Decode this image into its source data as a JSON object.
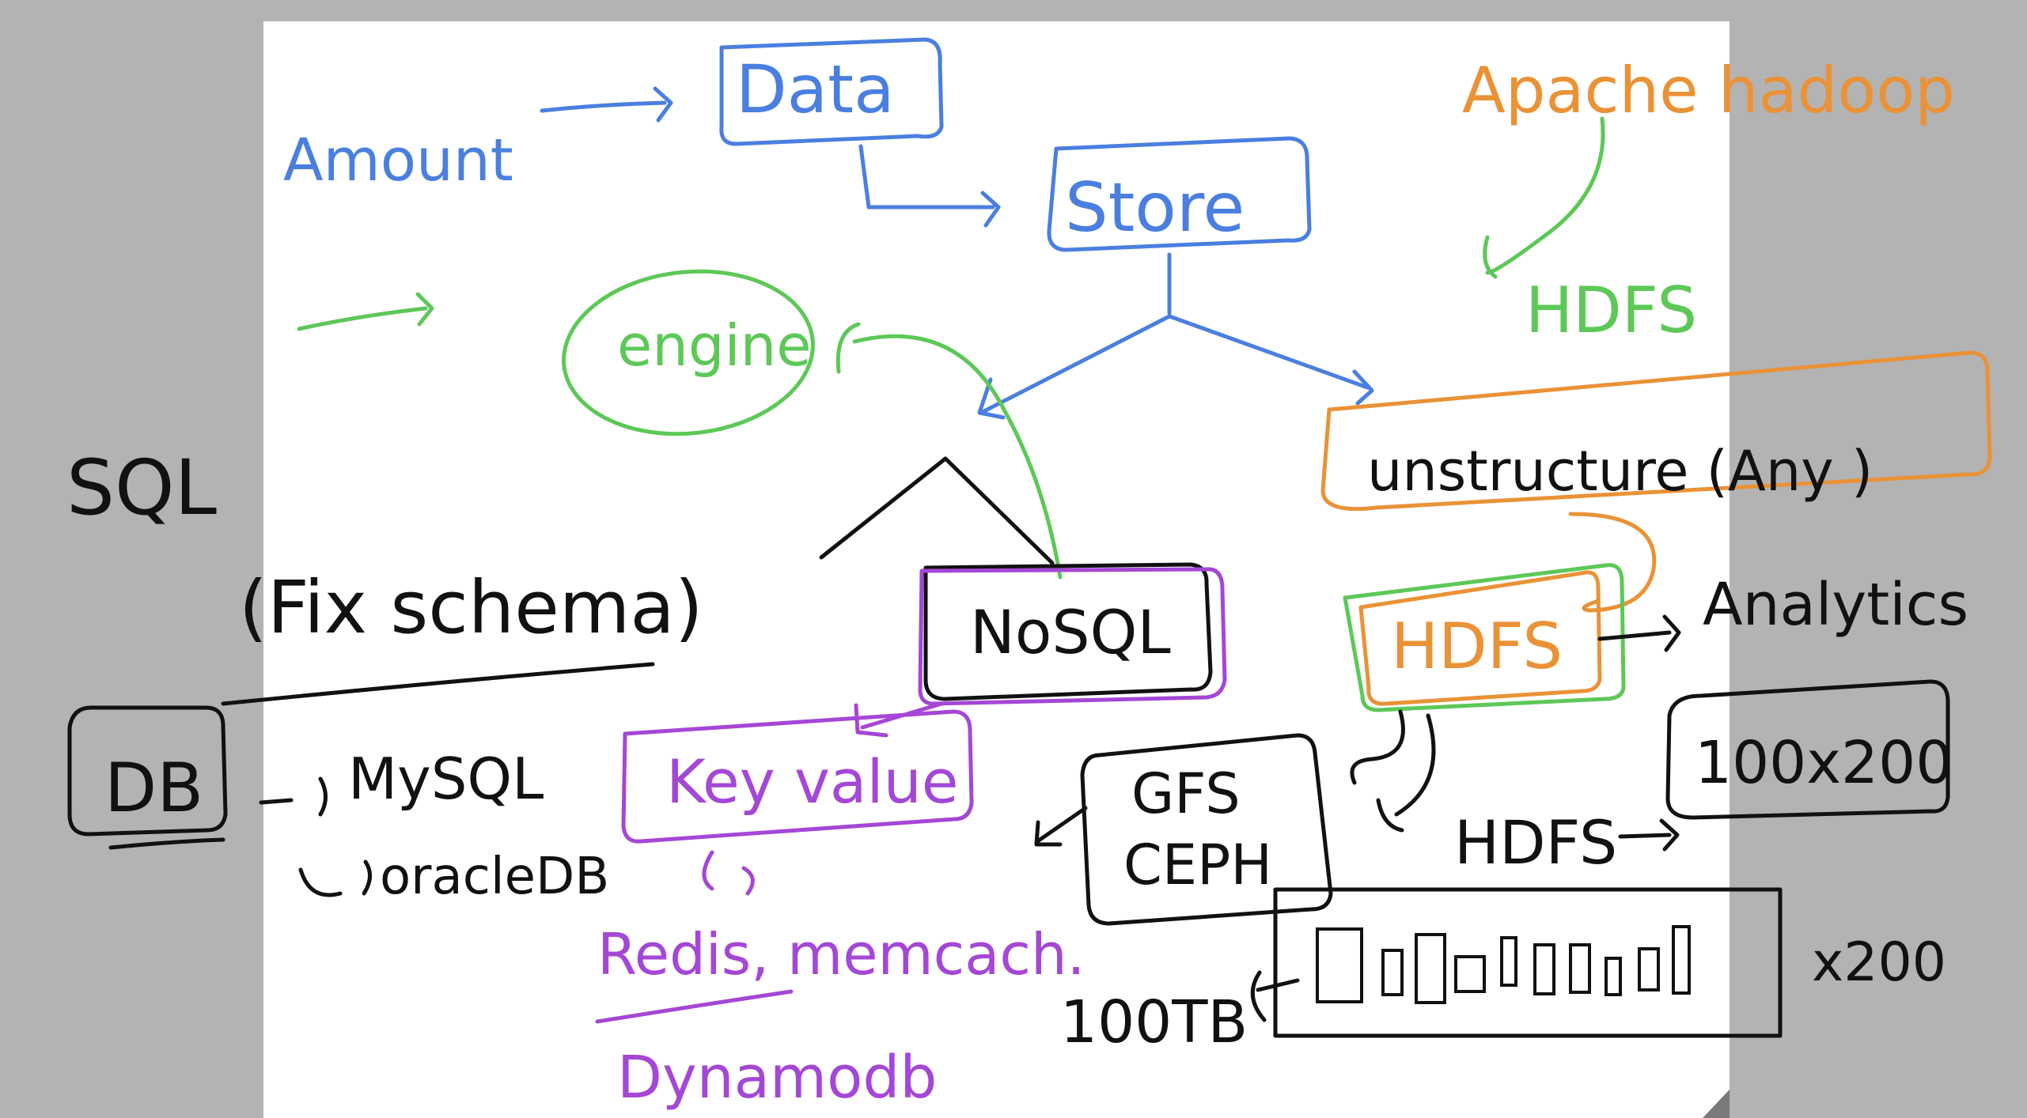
{
  "colors": {
    "background": "#b3b3b3",
    "page": "#ffffff",
    "blue": "#4a7fe0",
    "green": "#5dc857",
    "orange": "#ea9236",
    "purple": "#a447d6",
    "black": "#111111"
  },
  "labels": {
    "amount": "Amount",
    "data": "Data",
    "store": "Store",
    "engine": "engine",
    "apache_hadoop": "Apache hadoop",
    "hdfs_green": "HDFS",
    "sql": "SQL",
    "fix_schema": "(Fix   schema)",
    "nosql": "NoSQL",
    "unstructured": "unstructure (Any )",
    "hdfs_orange": "HDFS",
    "analytics": "Analytics",
    "db": "DB",
    "mysql": "MySQL",
    "oracle_db": "oracleDB",
    "key_value": "Key value",
    "redis": "Redis, memcach.",
    "dynamodb": "Dynamodb",
    "gfs": "GFS",
    "ceph": "CEPH",
    "hdfs_black": "HDFS",
    "node_count": "100x200",
    "storage_100tb": "100TB",
    "x200": "x200"
  }
}
